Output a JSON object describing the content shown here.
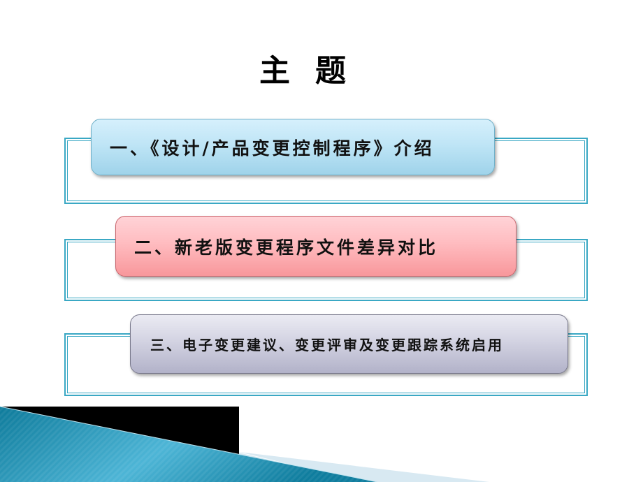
{
  "slide": {
    "title": "主题",
    "items": [
      {
        "label": "一、《设计/产品变更控制程序》介绍",
        "color": "#bfe5f6",
        "border": "#6fb0c8"
      },
      {
        "label": "二、新老版变更程序文件差异对比",
        "color": "#ffbcc0",
        "border": "#c8646c"
      },
      {
        "label": "三、电子变更建议、变更评审及变更跟踪系统启用",
        "color": "#d3d3e2",
        "border": "#77778a"
      }
    ],
    "frame_color": "#3aa8c4",
    "accent_colors": {
      "teal": "#1a8fb0",
      "black": "#000000",
      "light_blue": "#d8e9f2"
    }
  }
}
